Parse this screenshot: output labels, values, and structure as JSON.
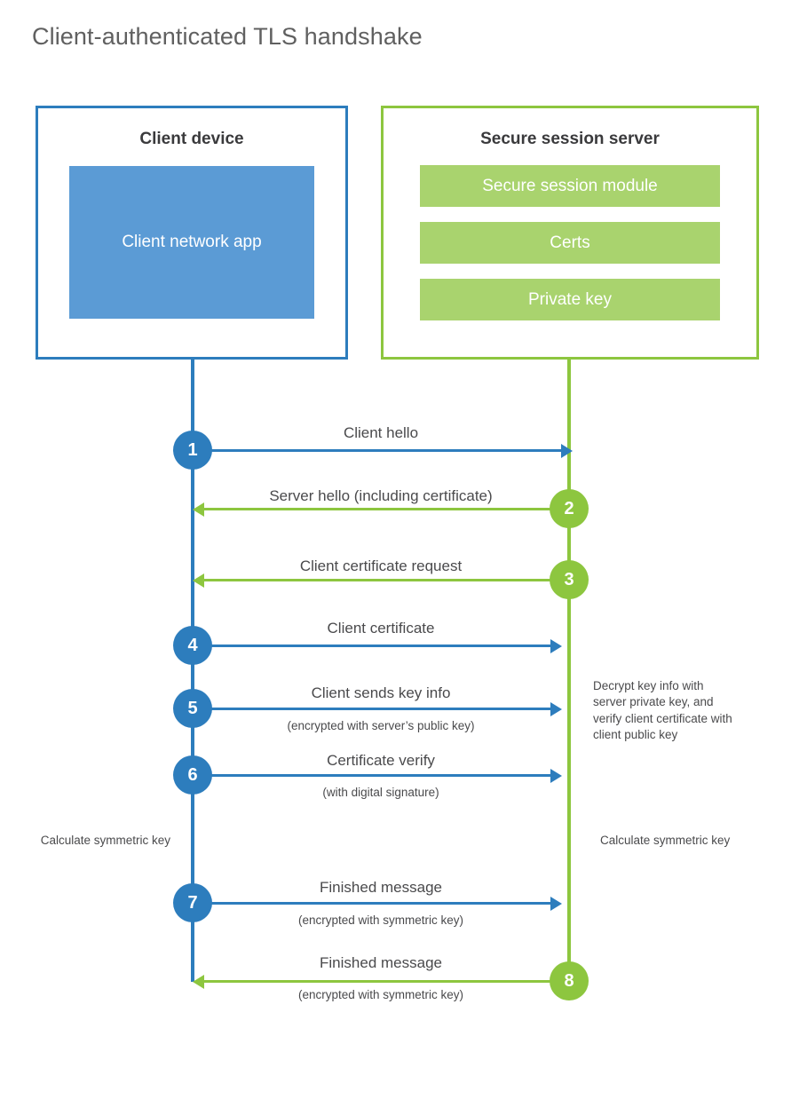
{
  "title": "Client-authenticated TLS handshake",
  "colors": {
    "client_blue": "#2d7dbd",
    "client_app_fill": "#5b9bd5",
    "server_green": "#8dc63f",
    "server_block_fill": "#a9d36e",
    "text_dark": "#3a3a3c",
    "text_body": "#4a4a4c",
    "title_gray": "#606060",
    "background": "#ffffff"
  },
  "parties": {
    "client": {
      "title": "Client device",
      "blocks": [
        {
          "label": "Client network app"
        }
      ]
    },
    "server": {
      "title": "Secure session server",
      "blocks": [
        {
          "label": "Secure session module"
        },
        {
          "label": "Certs"
        },
        {
          "label": "Private key"
        }
      ]
    }
  },
  "steps": [
    {
      "number": "1",
      "label": "Client hello",
      "sub": "",
      "direction": "client-to-server",
      "origin": "client"
    },
    {
      "number": "2",
      "label": "Server hello (including certificate)",
      "sub": "",
      "direction": "server-to-client",
      "origin": "server"
    },
    {
      "number": "3",
      "label": "Client certificate request",
      "sub": "",
      "direction": "server-to-client",
      "origin": "server"
    },
    {
      "number": "4",
      "label": "Client certificate",
      "sub": "",
      "direction": "client-to-server",
      "origin": "client"
    },
    {
      "number": "5",
      "label": "Client sends key info",
      "sub": "(encrypted with server’s public key)",
      "direction": "client-to-server",
      "origin": "client"
    },
    {
      "number": "6",
      "label": "Certificate verify",
      "sub": "(with digital signature)",
      "direction": "client-to-server",
      "origin": "client"
    },
    {
      "number": "7",
      "label": "Finished message",
      "sub": "(encrypted with symmetric key)",
      "direction": "client-to-server",
      "origin": "client"
    },
    {
      "number": "8",
      "label": "Finished message",
      "sub": "(encrypted with symmetric key)",
      "direction": "server-to-client",
      "origin": "server"
    }
  ],
  "notes": {
    "server_decrypt": "Decrypt key info with server private key, and verify client certificate with client public key",
    "client_calculate": "Calculate symmetric key",
    "server_calculate": "Calculate symmetric key"
  }
}
